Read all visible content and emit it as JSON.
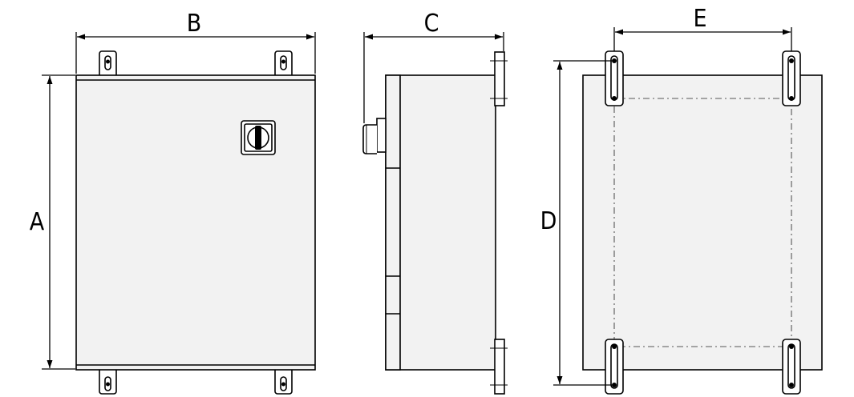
{
  "diagram": {
    "labels": {
      "A": "A",
      "B": "B",
      "C": "C",
      "D": "D",
      "E": "E"
    },
    "views": [
      "front-view",
      "side-view",
      "rear-view"
    ],
    "colors": {
      "stroke": "#000000",
      "fill_box": "#f2f2f2",
      "fill_face": "#ffffff",
      "dash": "#555555"
    }
  }
}
